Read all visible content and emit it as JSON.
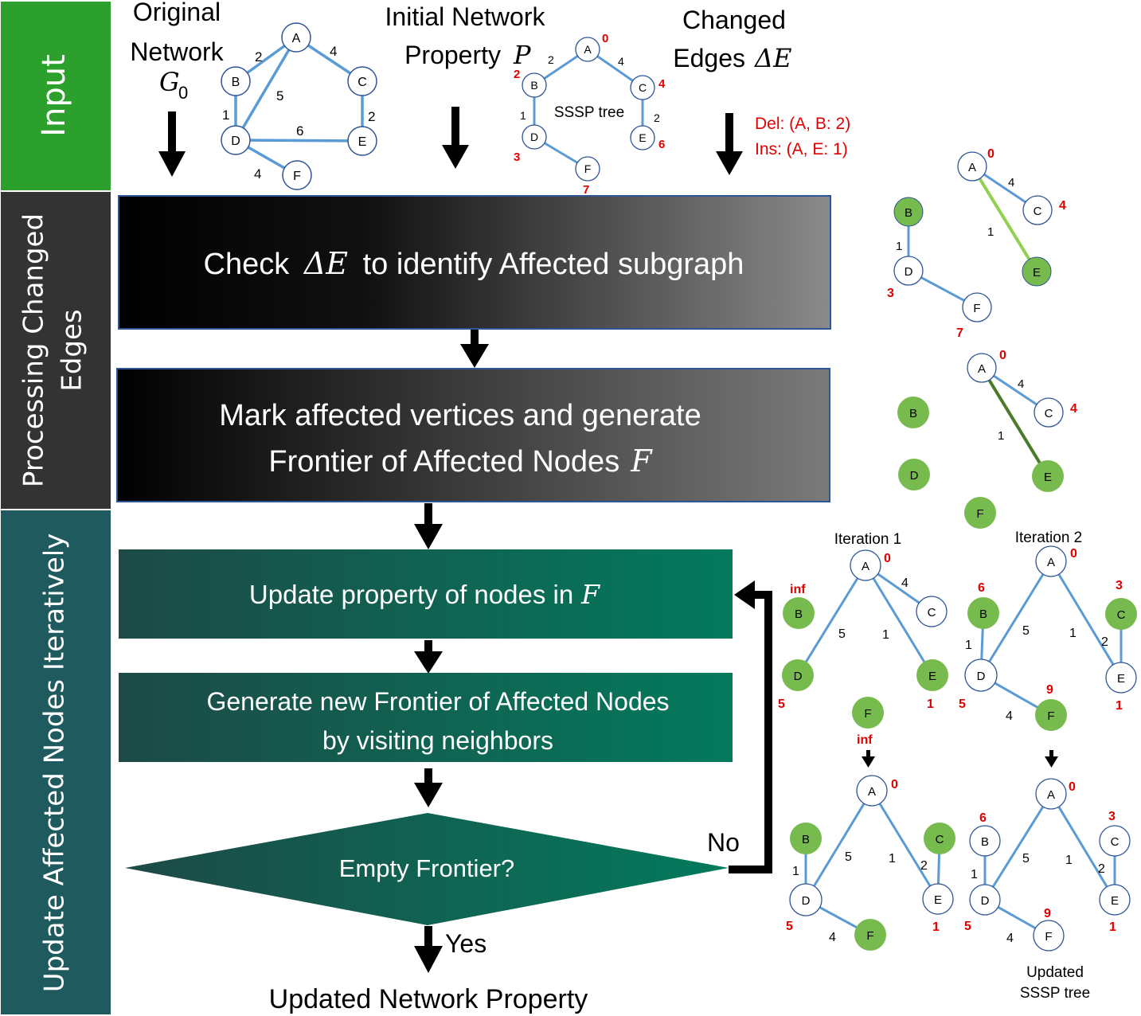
{
  "bands": {
    "input": "Input",
    "processing_line1": "Processing Changed",
    "processing_line2": "Edges",
    "update": "Update Affected Nodes Iteratively"
  },
  "header": {
    "original_network_line1": "Original",
    "original_network_line2": "Network",
    "original_network_symbol": "G",
    "original_network_subscript": "0",
    "initial_property_line1": "Initial Network",
    "initial_property_line2": "Property",
    "initial_property_symbol": "P",
    "changed_edges_line1": "Changed",
    "changed_edges_line2": "Edges",
    "changed_edges_symbol": "ΔE"
  },
  "changes": {
    "deletion": "Del: (A, B: 2)",
    "insertion": "Ins: (A, E: 1)"
  },
  "sssp_label": "SSSP tree",
  "steps": {
    "check": {
      "text": "Check",
      "symbol": "ΔE",
      "rest": "to identify  Affected subgraph"
    },
    "mark": {
      "line1": "Mark affected vertices and generate",
      "line2": "Frontier of Affected Nodes",
      "symbol": "F"
    },
    "update": {
      "text": "Update property of nodes in",
      "symbol": "F"
    },
    "generate": {
      "line1": "Generate new Frontier of Affected Nodes",
      "line2": "by visiting neighbors"
    },
    "decision": "Empty Frontier?",
    "no_label": "No",
    "yes_label": "Yes",
    "output": "Updated Network Property"
  },
  "iterations": {
    "iteration1": "Iteration 1",
    "iteration2": "Iteration 2",
    "final_line1": "Updated",
    "final_line2": "SSSP tree"
  },
  "nodes": [
    "A",
    "B",
    "C",
    "D",
    "E",
    "F"
  ],
  "distance_labels": {
    "initial": {
      "A": "0",
      "B": "2",
      "C": "4",
      "D": "3",
      "E": "6",
      "F": "7"
    },
    "iteration1": {
      "A": "0",
      "B": "inf",
      "D": "5",
      "E": "1",
      "F": "inf"
    },
    "iteration2": {
      "A": "0",
      "B": "6",
      "C": "3",
      "D": "5",
      "E": "1",
      "F": "9"
    }
  },
  "edge_weights": {
    "AB": "2",
    "AC": "4",
    "AD": "5",
    "BD": "1",
    "CE": "2",
    "DE": "6",
    "DF": "4",
    "AE": "1"
  },
  "colors": {
    "band_input": "#2ca02c",
    "band_processing": "#333333",
    "band_update": "#1f5b5e",
    "edge_blue": "#5b9bd5",
    "node_green": "#77bb4f",
    "weight_red": "#e00000",
    "step_teal": "#1a6b5c",
    "box_border": "#2f5597",
    "inserted_edge_light": "#92d050",
    "inserted_edge_dark": "#4a7a2a"
  }
}
